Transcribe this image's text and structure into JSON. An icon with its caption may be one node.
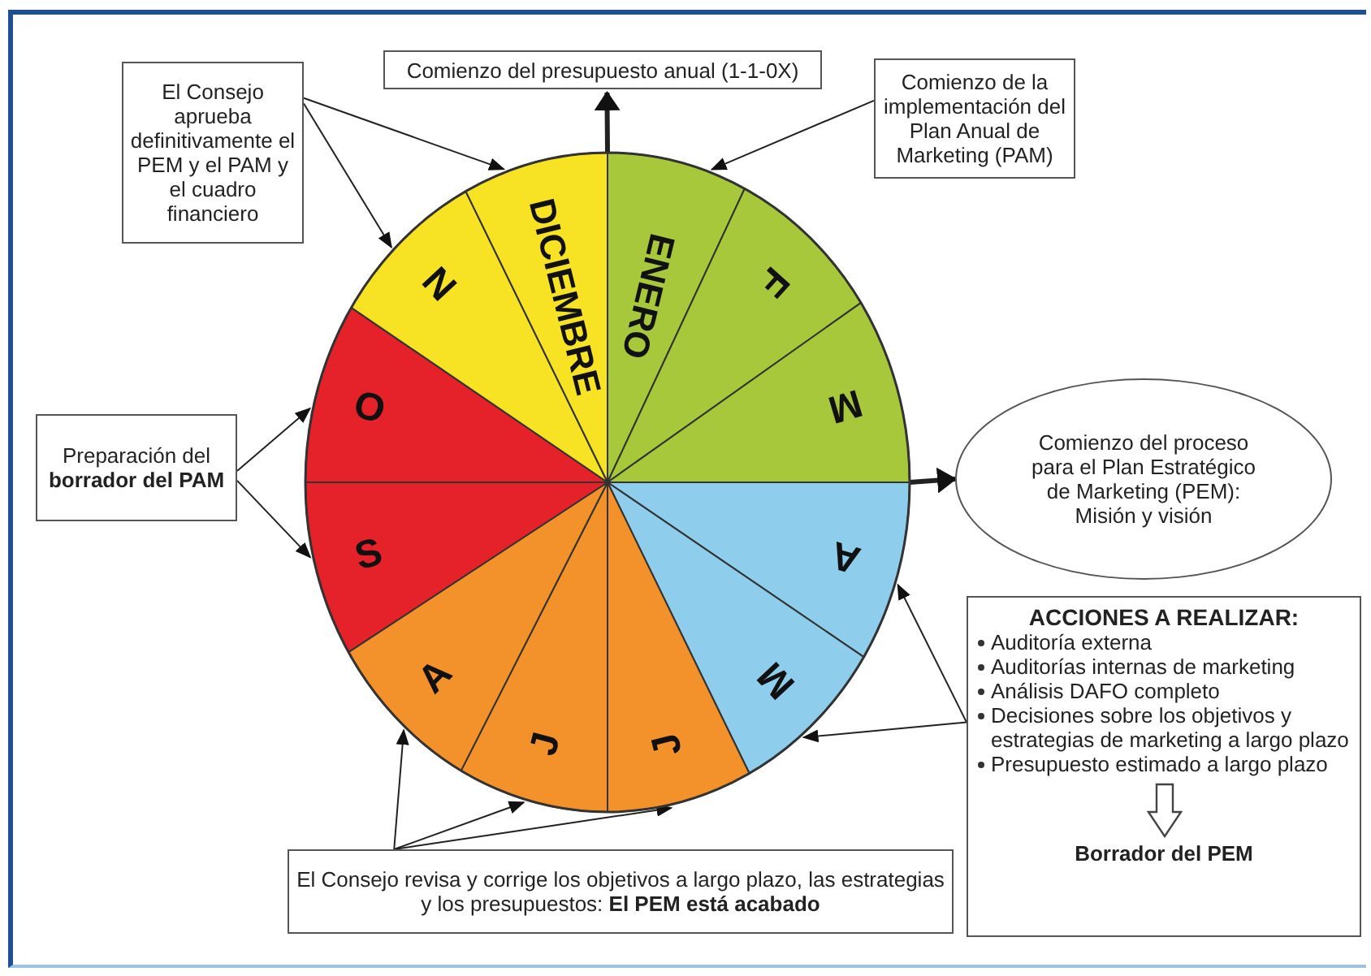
{
  "diagram": {
    "nodes": [
      {
        "text": [
          "El Consejo aprueba definitivamente el PEM y el PAM y el cuadro financiero"
        ]
      },
      {
        "text": [
          "Comienzo del presupuesto anual (1-1-0X)"
        ]
      },
      {
        "text": [
          "Comienzo de la implementación del Plan Anual de Marketing (PAM)"
        ]
      },
      {
        "text": [],
        "shape": "circle"
      },
      {
        "text": [
          "ENERO"
        ],
        "in": 3
      },
      {
        "text": [
          "F"
        ],
        "in": 3
      },
      {
        "text": [
          "M"
        ],
        "in": 3
      },
      {
        "text": [
          "A"
        ],
        "in": 3
      },
      {
        "text": [
          "M"
        ],
        "in": 3
      },
      {
        "text": [
          "J"
        ],
        "in": 3
      },
      {
        "text": [
          "J"
        ],
        "in": 3
      },
      {
        "text": [
          "A"
        ],
        "in": 3
      },
      {
        "text": [
          "S"
        ],
        "in": 3
      },
      {
        "text": [
          "O"
        ],
        "in": 3
      },
      {
        "text": [
          "N"
        ],
        "in": 3
      },
      {
        "text": [
          "DICIEMBRE"
        ],
        "in": 3
      },
      {
        "text": [
          "Preparación del **borrador del PAM**"
        ]
      },
      {
        "text": [
          "Comienzo del proceso para el Plan Estratégico de Marketing (PEM): Misión y visión"
        ]
      },
      {
        "text": [
          "ACCIONES A REALIZAR:",
          "Auditoría externa",
          "Auditorías internas de marketing",
          "Análisis DAFO completo",
          "Decisiones sobre los objetivos y estrategias de marketing a largo plazo",
          "Presupuesto estimado a largo plazo",
          "Borrador del PEM"
        ]
      },
      {
        "text": [
          "El Consejo revisa y corrige los objetivos a largo plazo, las estrategias y los presupuestos: **El PEM está acabado**"
        ]
      }
    ],
    "edges": [
      {
        "from": 0,
        "to": 15,
        "arrow": "to"
      },
      {
        "from": 0,
        "to": 14,
        "arrow": "to"
      },
      {
        "from": 3,
        "to": 1,
        "arrow": "to",
        "style": "thick"
      },
      {
        "from": 2,
        "to": 4,
        "arrow": "to"
      },
      {
        "from": 16,
        "to": 13,
        "arrow": "to"
      },
      {
        "from": 16,
        "to": 12,
        "arrow": "to"
      },
      {
        "from": 3,
        "to": 17,
        "arrow": "to",
        "style": "thick"
      },
      {
        "from": 18,
        "to": 7,
        "arrow": "to"
      },
      {
        "from": 18,
        "to": 8,
        "arrow": "to"
      },
      {
        "from": 19,
        "to": 11,
        "arrow": "to"
      },
      {
        "from": 19,
        "to": 10,
        "arrow": "to"
      },
      {
        "from": 19,
        "to": 9,
        "arrow": "to"
      }
    ]
  }
}
